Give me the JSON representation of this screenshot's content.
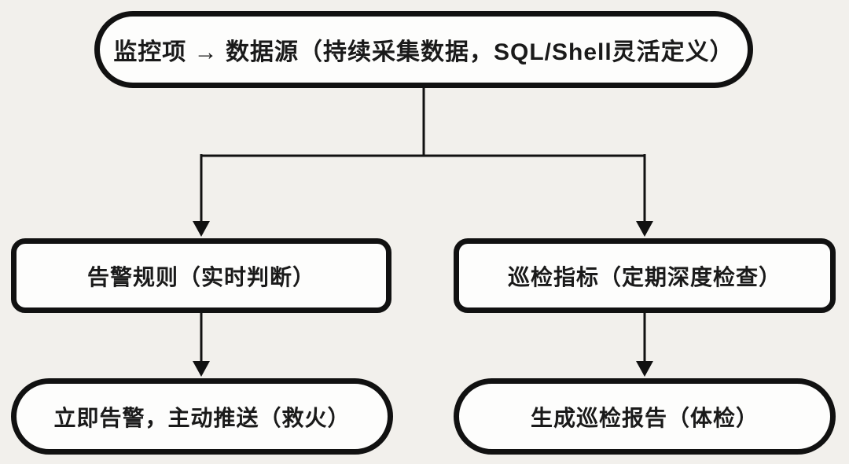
{
  "canvas": {
    "background_color": "#f2f0ec",
    "line_color": "#111111",
    "node_fill_color": "#fdfdfc",
    "text_color": "#1a1a1a"
  },
  "diagram": {
    "type": "flowchart",
    "direction": "top-down",
    "nodes": [
      {
        "id": "source",
        "shape": "stadium",
        "label": "监控项 → 数据源（持续采集数据，SQL/Shell灵活定义）"
      },
      {
        "id": "alert-rule",
        "shape": "rounded-rect",
        "label": "告警规则（实时判断）"
      },
      {
        "id": "inspect-metric",
        "shape": "rounded-rect",
        "label": "巡检指标（定期深度检查）"
      },
      {
        "id": "alert-push",
        "shape": "stadium",
        "label": "立即告警，主动推送（救火）"
      },
      {
        "id": "inspect-report",
        "shape": "stadium",
        "label": "生成巡检报告（体检）"
      }
    ],
    "edges": [
      {
        "from": "source",
        "to": "alert-rule",
        "arrow": true
      },
      {
        "from": "source",
        "to": "inspect-metric",
        "arrow": true
      },
      {
        "from": "alert-rule",
        "to": "alert-push",
        "arrow": true
      },
      {
        "from": "inspect-metric",
        "to": "inspect-report",
        "arrow": true
      }
    ]
  }
}
